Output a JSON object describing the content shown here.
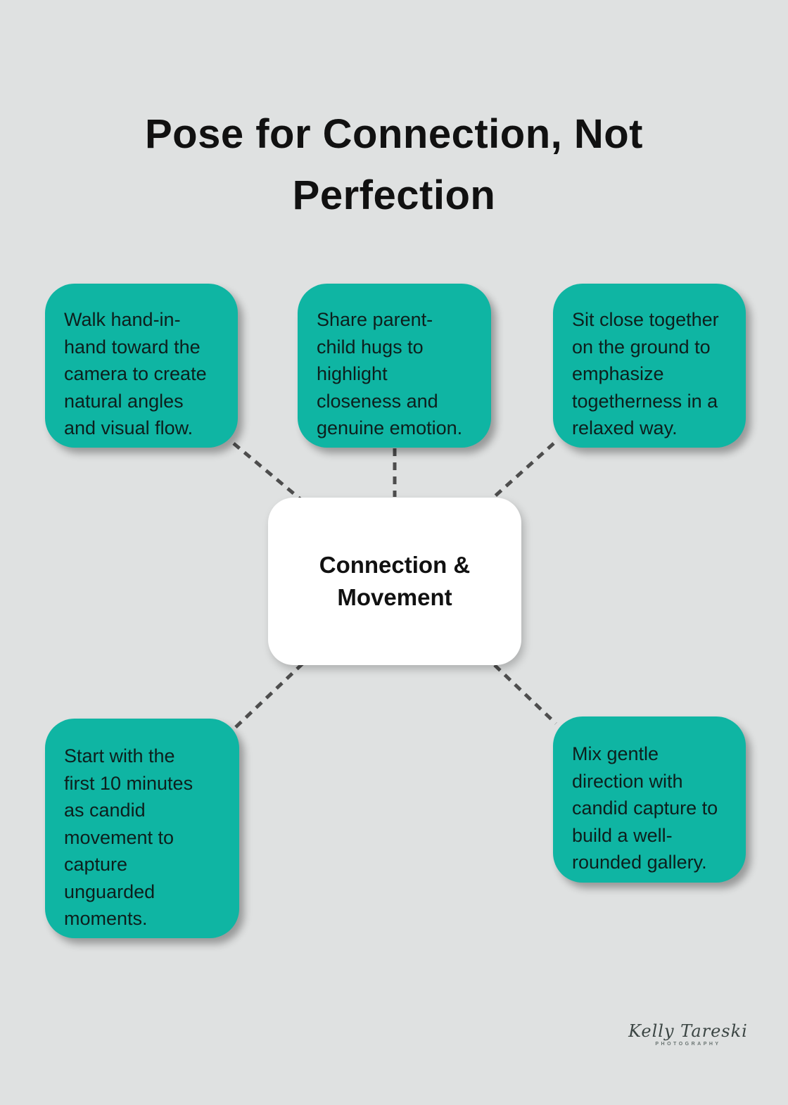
{
  "title": "Pose for Connection, Not\nPerfection",
  "center_node": {
    "label": "Connection &\nMovement"
  },
  "nodes": {
    "top_left": {
      "text": "Walk hand-in-\nhand toward the\ncamera to create\nnatural angles\nand visual flow."
    },
    "top_middle": {
      "text": "Share parent-\nchild hugs to\nhighlight\ncloseness and\ngenuine emotion."
    },
    "top_right": {
      "text": "Sit close together\non the ground to\nemphasize\ntogetherness in a\nrelaxed way."
    },
    "bottom_left": {
      "text": "Start with the\nfirst 10 minutes\nas candid\nmovement to\ncapture\nunguarded\nmoments."
    },
    "bottom_right": {
      "text": "Mix gentle\ndirection with\ncandid capture to\nbuild a well-\nrounded gallery."
    }
  },
  "signature": {
    "name": "Kelly Tareski",
    "subtitle": "PHOTOGRAPHY"
  },
  "colors": {
    "background": "#DFE1E1",
    "node_fill": "#0FB5A3",
    "center_fill": "#FFFFFF",
    "text": "#0D1F1D",
    "title_text": "#111111",
    "connector": "#4D4D4D"
  }
}
